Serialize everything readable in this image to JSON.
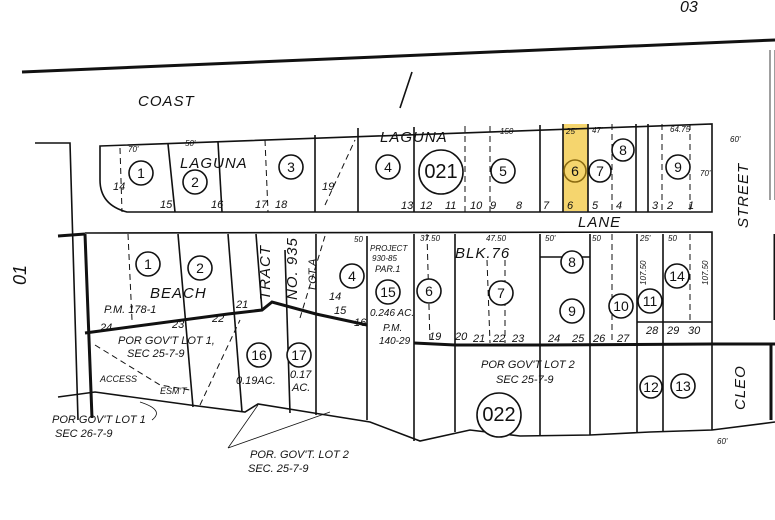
{
  "map": {
    "page_number": "03",
    "side_label": "01",
    "highlight_color": "#f5d56e",
    "streets": {
      "coast": "COAST",
      "laguna_top": "LAGUNA",
      "laguna_lot": "LAGUNA",
      "lane": "LANE",
      "beach": "BEACH",
      "street": "STREET",
      "cleo": "CLEO"
    },
    "blocks": {
      "upper": "021",
      "lower": "022",
      "blk": "BLK.76"
    },
    "upper_parcels": [
      "1",
      "2",
      "3",
      "4",
      "5",
      "6",
      "7",
      "8",
      "9"
    ],
    "upper_lots": [
      "14",
      "15",
      "16",
      "17",
      "18",
      "19",
      "13",
      "12",
      "11",
      "10",
      "9",
      "8",
      "7",
      "6",
      "5",
      "4",
      "3",
      "2",
      "1"
    ],
    "lower_parcels": [
      "1",
      "2",
      "4",
      "15",
      "6",
      "7",
      "8",
      "9",
      "10",
      "11",
      "14",
      "16",
      "17",
      "12",
      "13"
    ],
    "lower_lots": [
      "24",
      "23",
      "22",
      "21",
      "14",
      "15",
      "16",
      "19",
      "20",
      "21",
      "22",
      "23",
      "24",
      "25",
      "26",
      "27",
      "28",
      "29",
      "30"
    ],
    "dimensions": [
      "70'",
      "50'",
      "150",
      "25'",
      "47'",
      "64.75",
      "70'",
      "60'",
      "50",
      "37.50",
      "47.50",
      "50'",
      "50",
      "25'",
      "50",
      "60'",
      "107.50",
      "107.50"
    ],
    "annotations": {
      "tract": "TRACT",
      "tract_no": "NO. 935",
      "lot_a": "LOT A",
      "pm_178": "P.M. 178-1",
      "project": "PROJECT",
      "project_no": "930-85",
      "par": "PAR.1",
      "acres_15": "0.246 AC.",
      "pm_140": "P.M.",
      "pm_140_no": "140-29",
      "gov_lot1_a": "POR GOV'T LOT 1,",
      "gov_lot1_b": "SEC 25-7-9",
      "access": "ACCESS",
      "esmt": "ESM'T",
      "acres_16": "0.19AC.",
      "acres_17": "0.17",
      "acres_17b": "AC.",
      "gov_lot1_26_a": "POR GOV'T LOT 1",
      "gov_lot1_26_b": "SEC 26-7-9",
      "gov_lot2_a": "POR. GOV'T. LOT 2",
      "gov_lot2_b": "SEC. 25-7-9",
      "gov_lot2_c": "POR GOV'T LOT 2",
      "gov_lot2_d": "SEC 25-7-9"
    }
  }
}
